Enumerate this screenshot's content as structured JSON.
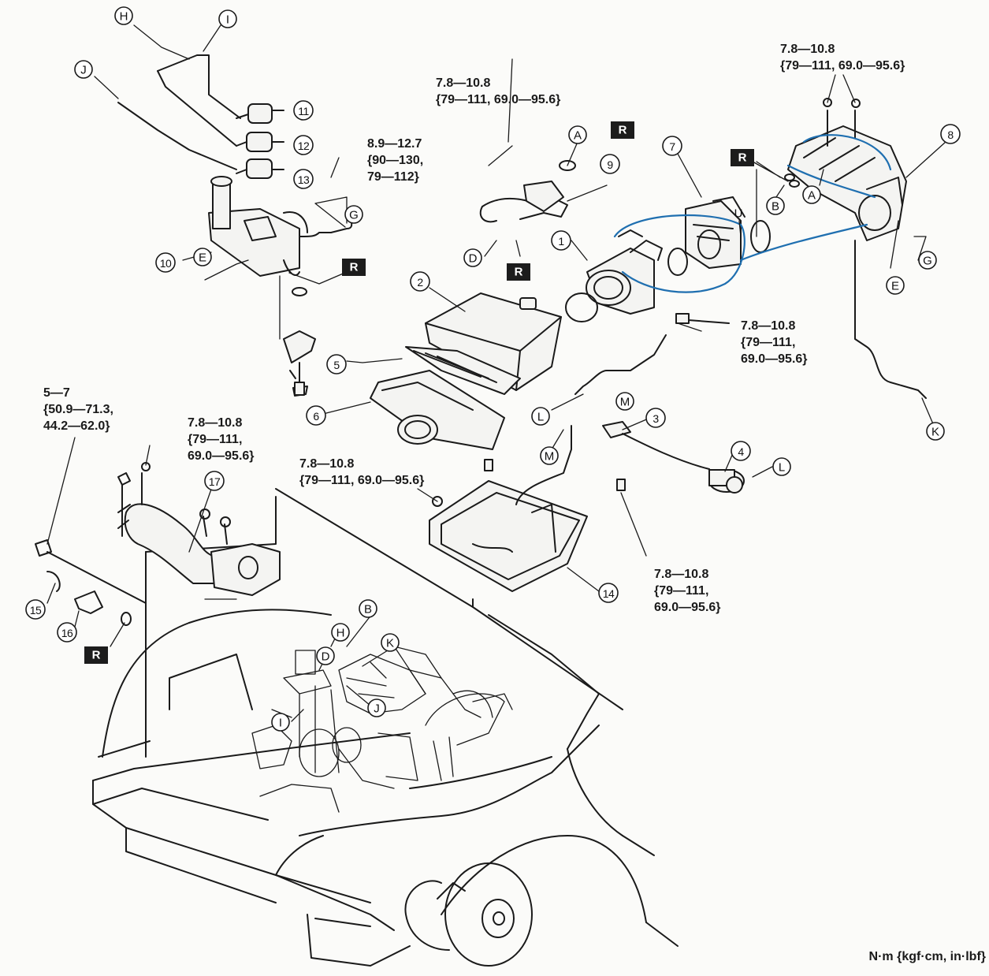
{
  "torque_specs": {
    "t_top_right": "7.8—10.8\n{79—111, 69.0—95.6}",
    "t_top_mid": "7.8—10.8\n{79—111, 69.0—95.6}",
    "t_left_mid": "8.9—12.7\n{90—130,\n79—112}",
    "t_throttle": "7.8—10.8\n{79—111,\n69.0—95.6}",
    "t_left_low": "5—7\n{50.9—71.3,\n44.2—62.0}",
    "t_duct": "7.8—10.8\n{79—111,\n69.0—95.6}",
    "t_tray": "7.8—10.8\n{79—111, 69.0—95.6}",
    "t_bottom_right": "7.8—10.8\n{79—111,\n69.0—95.6}"
  },
  "part_numbers": [
    "1",
    "2",
    "3",
    "4",
    "5",
    "6",
    "7",
    "8",
    "9",
    "10",
    "11",
    "12",
    "13",
    "14",
    "15",
    "16",
    "17"
  ],
  "connection_letters": [
    "A",
    "B",
    "D",
    "E",
    "G",
    "H",
    "I",
    "J",
    "K",
    "L",
    "M",
    "U"
  ],
  "replace_marker": "R",
  "units_note": "N·m {kgf·cm, in·lbf}",
  "colors": {
    "line": "#1a1a1a",
    "annotation_pen": "#1f6fb0",
    "marker_fill": "#1c1c1c"
  }
}
